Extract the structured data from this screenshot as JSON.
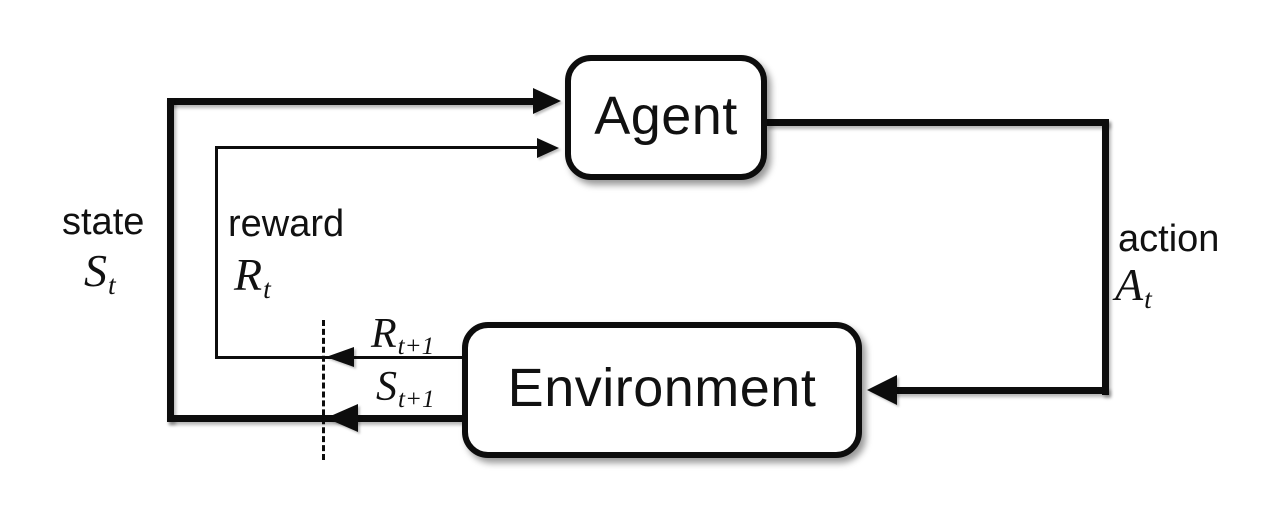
{
  "diagram": {
    "kind": "agent-environment-loop",
    "agent": {
      "label": "Agent"
    },
    "environment": {
      "label": "Environment"
    },
    "state": {
      "word": "state",
      "symbol": "S",
      "subscript": "t"
    },
    "reward": {
      "word": "reward",
      "symbol": "R",
      "subscript": "t"
    },
    "action": {
      "word": "action",
      "symbol": "A",
      "subscript": "t"
    },
    "next_reward": {
      "symbol": "R",
      "subscript": "t+1"
    },
    "next_state": {
      "symbol": "S",
      "subscript": "t+1"
    },
    "colors": {
      "ink": "#0d0d0d",
      "background": "#ffffff",
      "box_fill": "#ffffff"
    }
  }
}
